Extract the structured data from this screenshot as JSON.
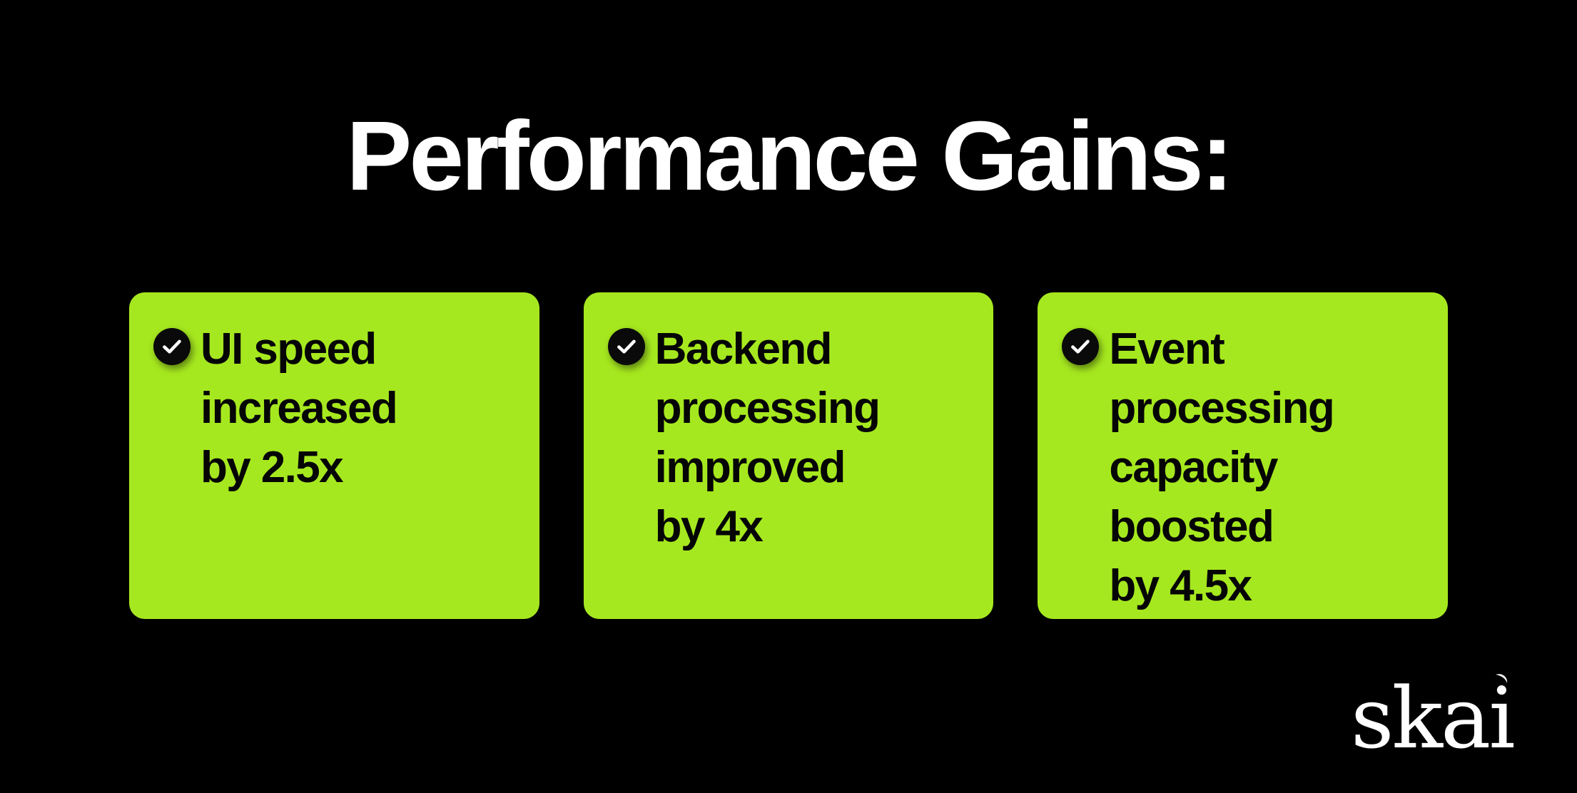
{
  "slide": {
    "background_color": "#000000",
    "accent_color": "#a6e81f",
    "title": "Performance Gains:"
  },
  "cards": [
    {
      "icon": "check-circle-icon",
      "text": "UI speed\nincreased\nby 2.5x",
      "metric_label": "UI speed increased",
      "metric_value": "2.5x"
    },
    {
      "icon": "check-circle-icon",
      "text": "Backend\nprocessing\nimproved\nby 4x",
      "metric_label": "Backend processing improved",
      "metric_value": "4x"
    },
    {
      "icon": "check-circle-icon",
      "text": "Event\nprocessing\ncapacity\nboosted\nby 4.5x",
      "metric_label": "Event processing capacity boosted",
      "metric_value": "4.5x"
    }
  ],
  "brand": {
    "logo_text": "skai",
    "logo_color": "#ffffff"
  }
}
